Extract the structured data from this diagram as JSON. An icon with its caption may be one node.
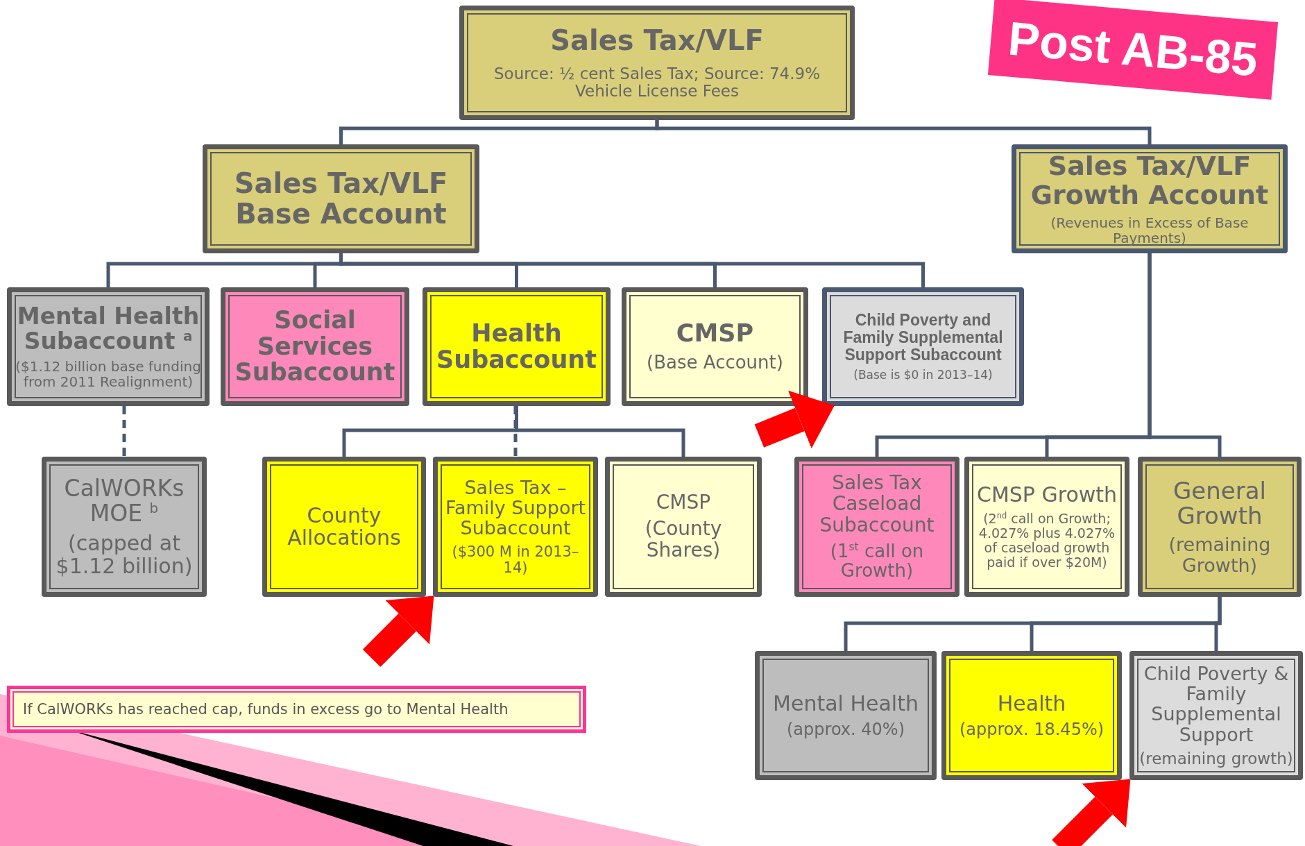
{
  "diagram": {
    "nodes": [
      {
        "text": [
          "Sales Tax/VLF",
          "Source: ½ cent Sales Tax; Source: 74.9% Vehicle License Fees"
        ]
      },
      {
        "text": [
          "Sales Tax/VLF Base Account"
        ]
      },
      {
        "text": [
          "Sales Tax/VLF Growth Account",
          "(Revenues in Excess of Base Payments)"
        ]
      },
      {
        "text": [
          "Mental Health Subaccount $^{a}$",
          "($1.12 billion base funding from 2011 Realignment)"
        ]
      },
      {
        "text": [
          "Social Services Subaccount"
        ]
      },
      {
        "text": [
          "Health Subaccount"
        ]
      },
      {
        "text": [
          "CMSP",
          "(Base Account)"
        ]
      },
      {
        "text": [
          "Child Poverty and Family Supplemental Support Subaccount",
          "(Base is $0 in 2013–14)"
        ]
      },
      {
        "text": [
          "CalWORKs MOE $^{b}$",
          "(capped at $1.12 billion)"
        ]
      },
      {
        "text": [
          "County Allocations"
        ]
      },
      {
        "text": [
          "Sales Tax – Family Support Subaccount",
          "($300 M in 2013–14)"
        ]
      },
      {
        "text": [
          "CMSP",
          "(County Shares)"
        ]
      },
      {
        "text": [
          "Sales Tax Caseload Subaccount",
          "(1$^{st}$ call on Growth)"
        ]
      },
      {
        "text": [
          "CMSP Growth",
          "(2$^{nd}$ call on Growth; 4.027% plus 4.027% of caseload growth paid if over $20M)"
        ]
      },
      {
        "text": [
          "General Growth",
          "(remaining Growth)"
        ]
      },
      {
        "text": [
          "Mental Health",
          "(approx. 40%)"
        ]
      },
      {
        "text": [
          "Health",
          "(approx. 18.45%)"
        ]
      },
      {
        "text": [
          "Child Poverty & Family Supplemental Support",
          "(remaining growth)"
        ]
      },
      {
        "text": [
          "If CalWORKs has reached cap, funds in excess go to Mental Health"
        ]
      }
    ],
    "edges": [
      {
        "from": 0,
        "to": 1,
        "arrow": "none"
      },
      {
        "from": 0,
        "to": 2,
        "arrow": "none"
      },
      {
        "from": 1,
        "to": 3,
        "arrow": "none"
      },
      {
        "from": 1,
        "to": 4,
        "arrow": "none"
      },
      {
        "from": 1,
        "to": 5,
        "arrow": "none"
      },
      {
        "from": 1,
        "to": 6,
        "arrow": "none"
      },
      {
        "from": 1,
        "to": 7,
        "arrow": "none"
      },
      {
        "from": 3,
        "to": 8,
        "arrow": "none",
        "style": "dashed"
      },
      {
        "from": 5,
        "to": 9,
        "arrow": "none"
      },
      {
        "from": 5,
        "to": 10,
        "arrow": "none",
        "style": "dashed"
      },
      {
        "from": 5,
        "to": 11,
        "arrow": "none"
      },
      {
        "from": 2,
        "to": 12,
        "arrow": "none"
      },
      {
        "from": 2,
        "to": 13,
        "arrow": "none"
      },
      {
        "from": 2,
        "to": 14,
        "arrow": "none"
      },
      {
        "from": 14,
        "to": 15,
        "arrow": "none"
      },
      {
        "from": 14,
        "to": 16,
        "arrow": "none"
      },
      {
        "from": 14,
        "to": 17,
        "arrow": "none"
      },
      {
        "from": null,
        "to": 10,
        "arrow": "to",
        "style": "thick",
        "color": "#ff0000"
      },
      {
        "from": null,
        "to": 7,
        "arrow": "to",
        "style": "thick",
        "color": "#ff0000"
      },
      {
        "from": null,
        "to": 17,
        "arrow": "to",
        "style": "thick",
        "color": "#ff0000"
      }
    ],
    "labels": [
      "Post AB-85"
    ]
  }
}
